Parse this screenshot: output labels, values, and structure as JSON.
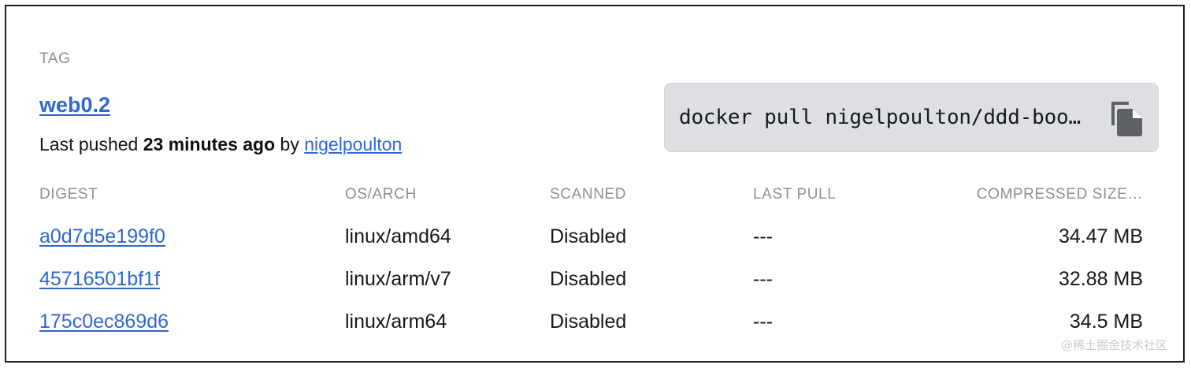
{
  "tag_section": {
    "label": "TAG",
    "name": "web0.2",
    "pushed_prefix": "Last pushed",
    "pushed_time": "23 minutes ago",
    "pushed_by": "by",
    "pushed_user": "nigelpoulton"
  },
  "pull_command": {
    "text": "docker pull nigelpoulton/ddd-boo…",
    "copy_icon": "copy-icon"
  },
  "table": {
    "headers": {
      "digest": "DIGEST",
      "osarch": "OS/ARCH",
      "scanned": "SCANNED",
      "lastpull": "LAST PULL",
      "size": "COMPRESSED SIZE…"
    },
    "rows": [
      {
        "digest": "a0d7d5e199f0",
        "osarch": "linux/amd64",
        "scanned": "Disabled",
        "lastpull": "---",
        "size": "34.47 MB"
      },
      {
        "digest": "45716501bf1f",
        "osarch": "linux/arm/v7",
        "scanned": "Disabled",
        "lastpull": "---",
        "size": "32.88 MB"
      },
      {
        "digest": "175c0ec869d6",
        "osarch": "linux/arm64",
        "scanned": "Disabled",
        "lastpull": "---",
        "size": "34.5 MB"
      }
    ]
  },
  "watermark": "@稀土掘金技术社区",
  "colors": {
    "link": "#2f68cf",
    "header_text": "#8a9099",
    "body_text": "#14181c",
    "pull_box_bg": "#dddfe2",
    "card_border": "#1d1d1d"
  }
}
